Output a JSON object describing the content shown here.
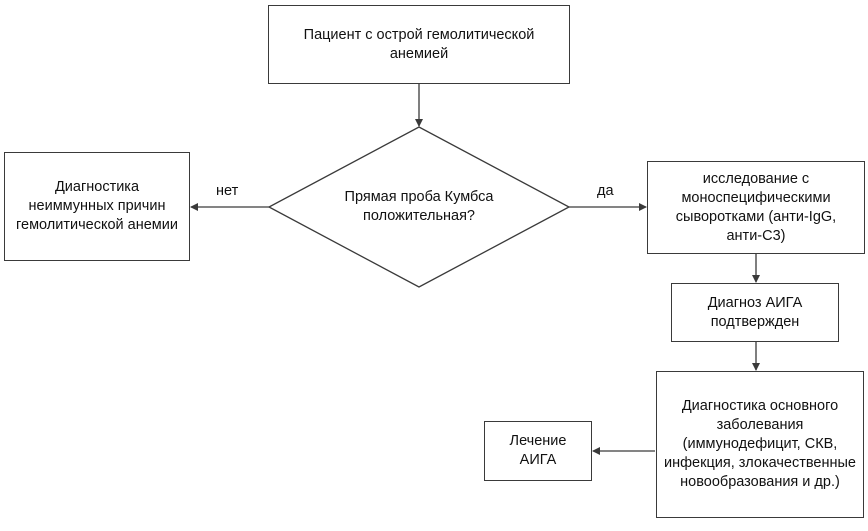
{
  "nodes": {
    "start": "Пациент с острой гемолитической анемией",
    "decision": "Прямая проба Кумбса положительная?",
    "left": "Диагностика неиммунных причин гемолитической анемии",
    "right": "исследование с моноспецифическими сыворотками (анти-IgG, анти-С3)",
    "confirmed": "Диагноз АИГА подтвержден",
    "underlying": "Диагностика основного заболевания (иммунодефицит, СКВ, инфекция, злокачественные новообразования и др.)",
    "treatment": "Лечение АИГА"
  },
  "edges": {
    "no": "нет",
    "yes": "да"
  },
  "colors": {
    "stroke": "#3a3a3a",
    "text": "#111111",
    "background": "#ffffff"
  }
}
